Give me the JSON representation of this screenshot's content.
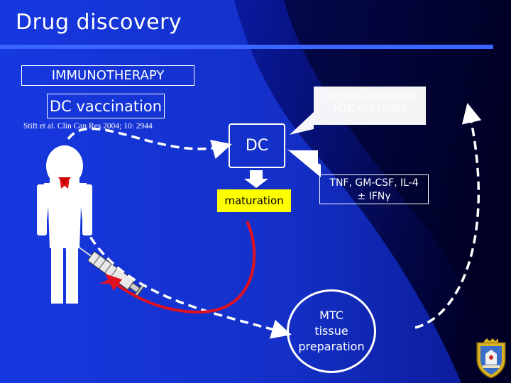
{
  "slide": {
    "title": "Drug discovery",
    "immunotherapy_label": "IMMUNOTHERAPY",
    "dc_vaccination_label": "DC vaccination",
    "reference": "Stift et al. Clin Can Res 2004; 10: 2944",
    "lysate_line1": "human autologous",
    "lysate_line2": "MTC cell lysate",
    "dc_label": "DC",
    "maturation_label": "maturation",
    "cytokines_line1": "TNF, GM-CSF, IL-4",
    "cytokines_line2": "± IFNγ",
    "tissue_line1": "MTC",
    "tissue_line2": "tissue",
    "tissue_line3": "preparation"
  },
  "colors": {
    "background_left": "#1236d8",
    "background_right": "#000033",
    "title_bar": "#3a66ff",
    "maturation_box": "#ffff00",
    "red_arrow": "#e01020",
    "text": "#ffffff"
  },
  "icons": [
    "person-icon",
    "syringe-icon",
    "university-crest-icon"
  ]
}
